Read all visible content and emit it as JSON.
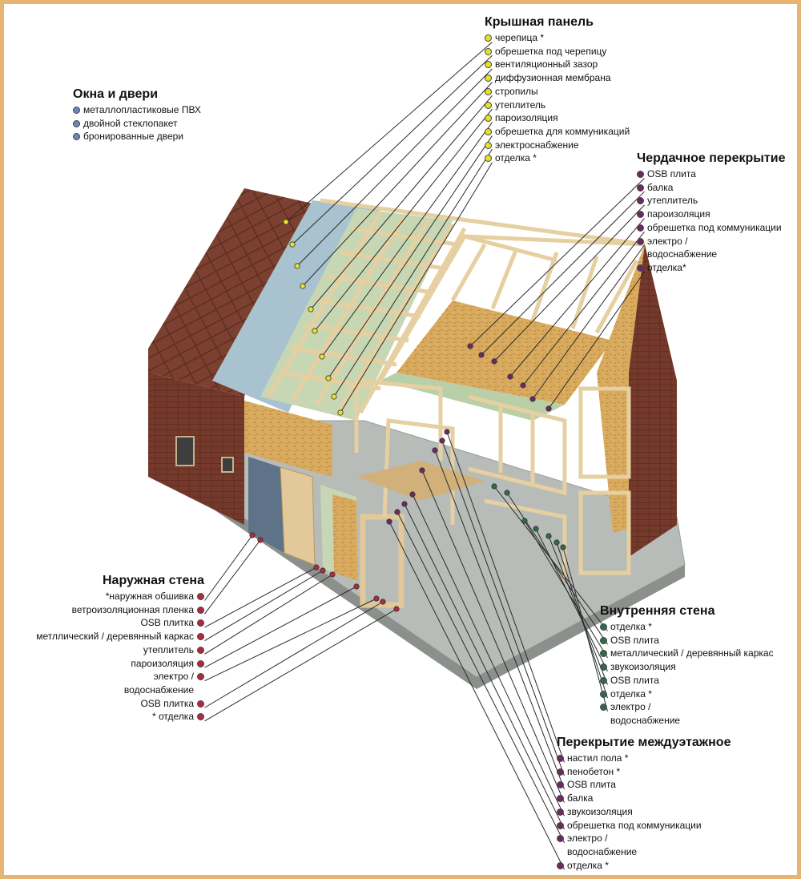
{
  "colors": {
    "border": "#e7b472",
    "roof_dot": "#e6e12c",
    "attic_dot": "#6d2a62",
    "window_dot": "#6b86b8",
    "outer_dot": "#b3283a",
    "inner_dot": "#2e6b4a",
    "floor_dot": "#6d2a62",
    "brick": "#7a3f2f",
    "timber": "#e3c99a",
    "osb": "#d7a95b",
    "ground": "#b9bdb9"
  },
  "groups": {
    "roof": {
      "title": "Крышная панель",
      "items": [
        "черепица *",
        "обрешетка под черепицу",
        "вентиляционный зазор",
        "диффузионная мембрана",
        "стропилы",
        "утеплитель",
        "пароизоляция",
        "обрешетка для коммуникаций",
        "электроснабжение",
        "отделка *"
      ]
    },
    "windows": {
      "title": "Окна и двери",
      "items": [
        "металлопластиковые ПВХ",
        "двойной стеклопакет",
        "бронированные двери"
      ]
    },
    "attic": {
      "title": "Чердачное перекрытие",
      "items": [
        "OSB плита",
        "балка",
        "утеплитель",
        "пароизоляция",
        "обрешетка под коммуникации",
        "электро / водоснабжение",
        "отделка*"
      ]
    },
    "outer": {
      "title": "Наружная стена",
      "items": [
        "*наружная обшивка",
        "ветроизоляционная пленка",
        "OSB плитка",
        "метллический / деревянный каркас",
        "утеплитель",
        "пароизоляция",
        "электро / водоснабжение",
        "OSB плитка",
        "* отделка"
      ]
    },
    "inner": {
      "title": "Внутренняя стена",
      "items": [
        "отделка *",
        "OSB плита",
        "металлический / деревянный каркас",
        "звукоизоляция",
        "OSB плита",
        "отделка *",
        "электро / водоснабжение"
      ]
    },
    "floor": {
      "title": "Перекрытие междуэтажное",
      "items": [
        "настил пола *",
        "пенобетон *",
        "OSB плита",
        "балка",
        "звукоизоляция",
        "обрешетка под коммуникации",
        "электро / водоснабжение",
        "отделка *"
      ]
    }
  }
}
